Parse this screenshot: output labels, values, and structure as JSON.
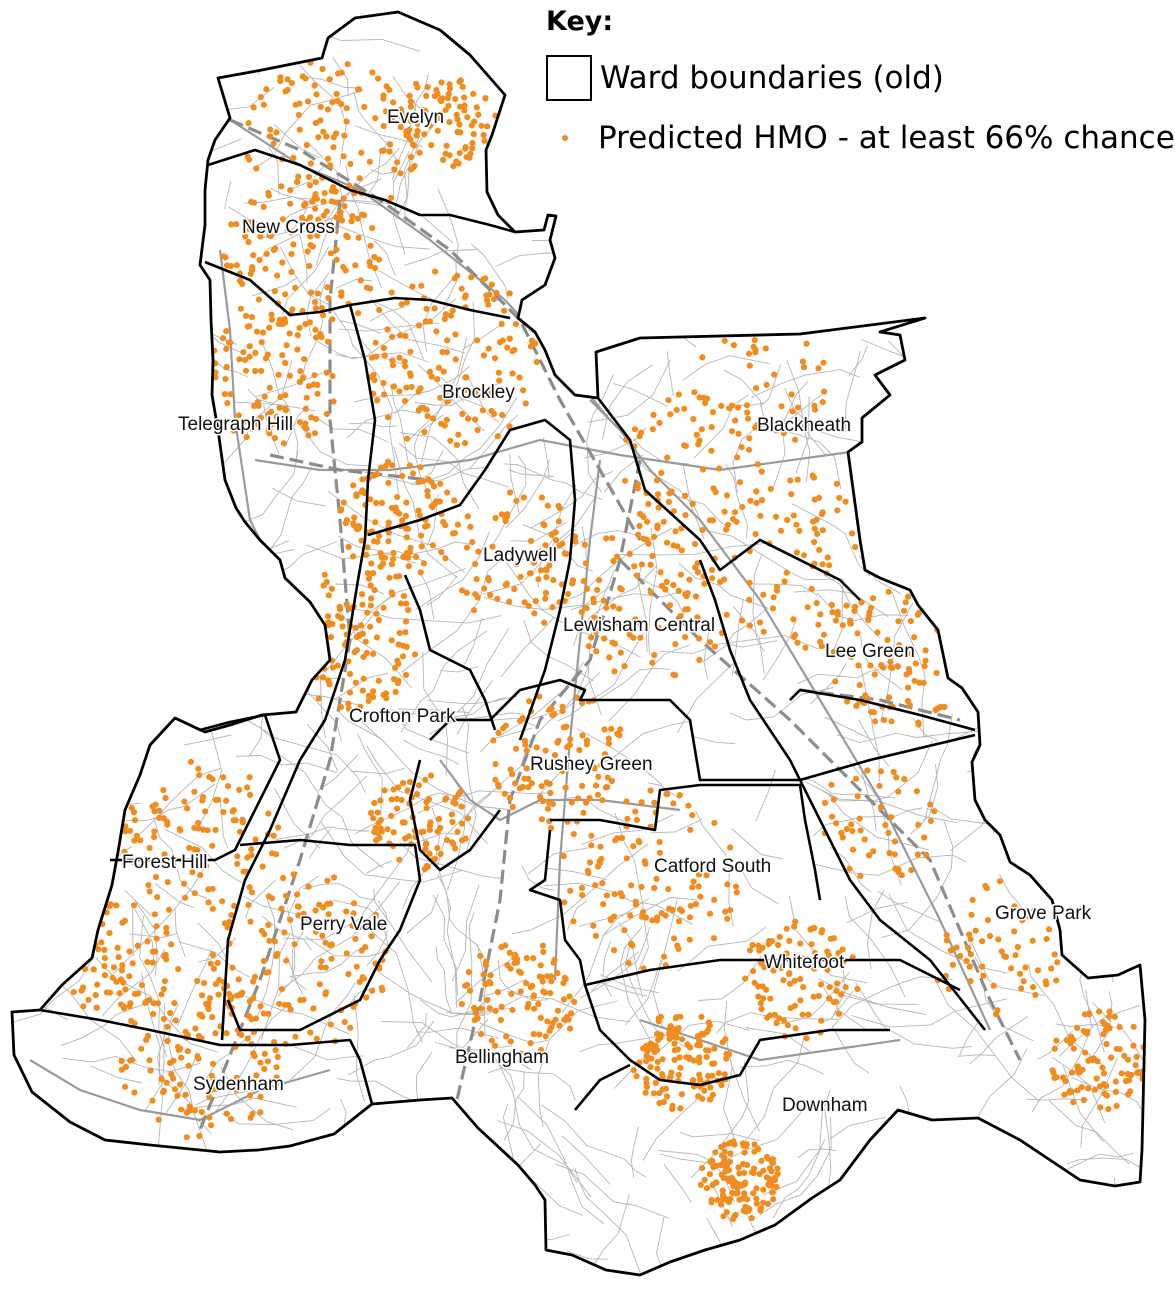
{
  "legend": {
    "title": "Key:",
    "boundary_label": "Ward boundaries (old)",
    "point_label": "Predicted HMO - at least 66% chance"
  },
  "colors": {
    "hmo_point": "#f28c1e",
    "ward_boundary": "#000000",
    "road": "#b5b5b5",
    "major_road": "#9a9a9a",
    "railway": "#8c8c8c"
  },
  "wards": [
    {
      "name": "Evelyn"
    },
    {
      "name": "New Cross"
    },
    {
      "name": "Brockley"
    },
    {
      "name": "Telegraph Hill"
    },
    {
      "name": "Blackheath"
    },
    {
      "name": "Ladywell"
    },
    {
      "name": "Lewisham Central"
    },
    {
      "name": "Lee Green"
    },
    {
      "name": "Crofton Park"
    },
    {
      "name": "Rushey Green"
    },
    {
      "name": "Forest Hill"
    },
    {
      "name": "Catford South"
    },
    {
      "name": "Perry Vale"
    },
    {
      "name": "Grove Park"
    },
    {
      "name": "Whitefoot"
    },
    {
      "name": "Bellingham"
    },
    {
      "name": "Sydenham"
    },
    {
      "name": "Downham"
    }
  ]
}
